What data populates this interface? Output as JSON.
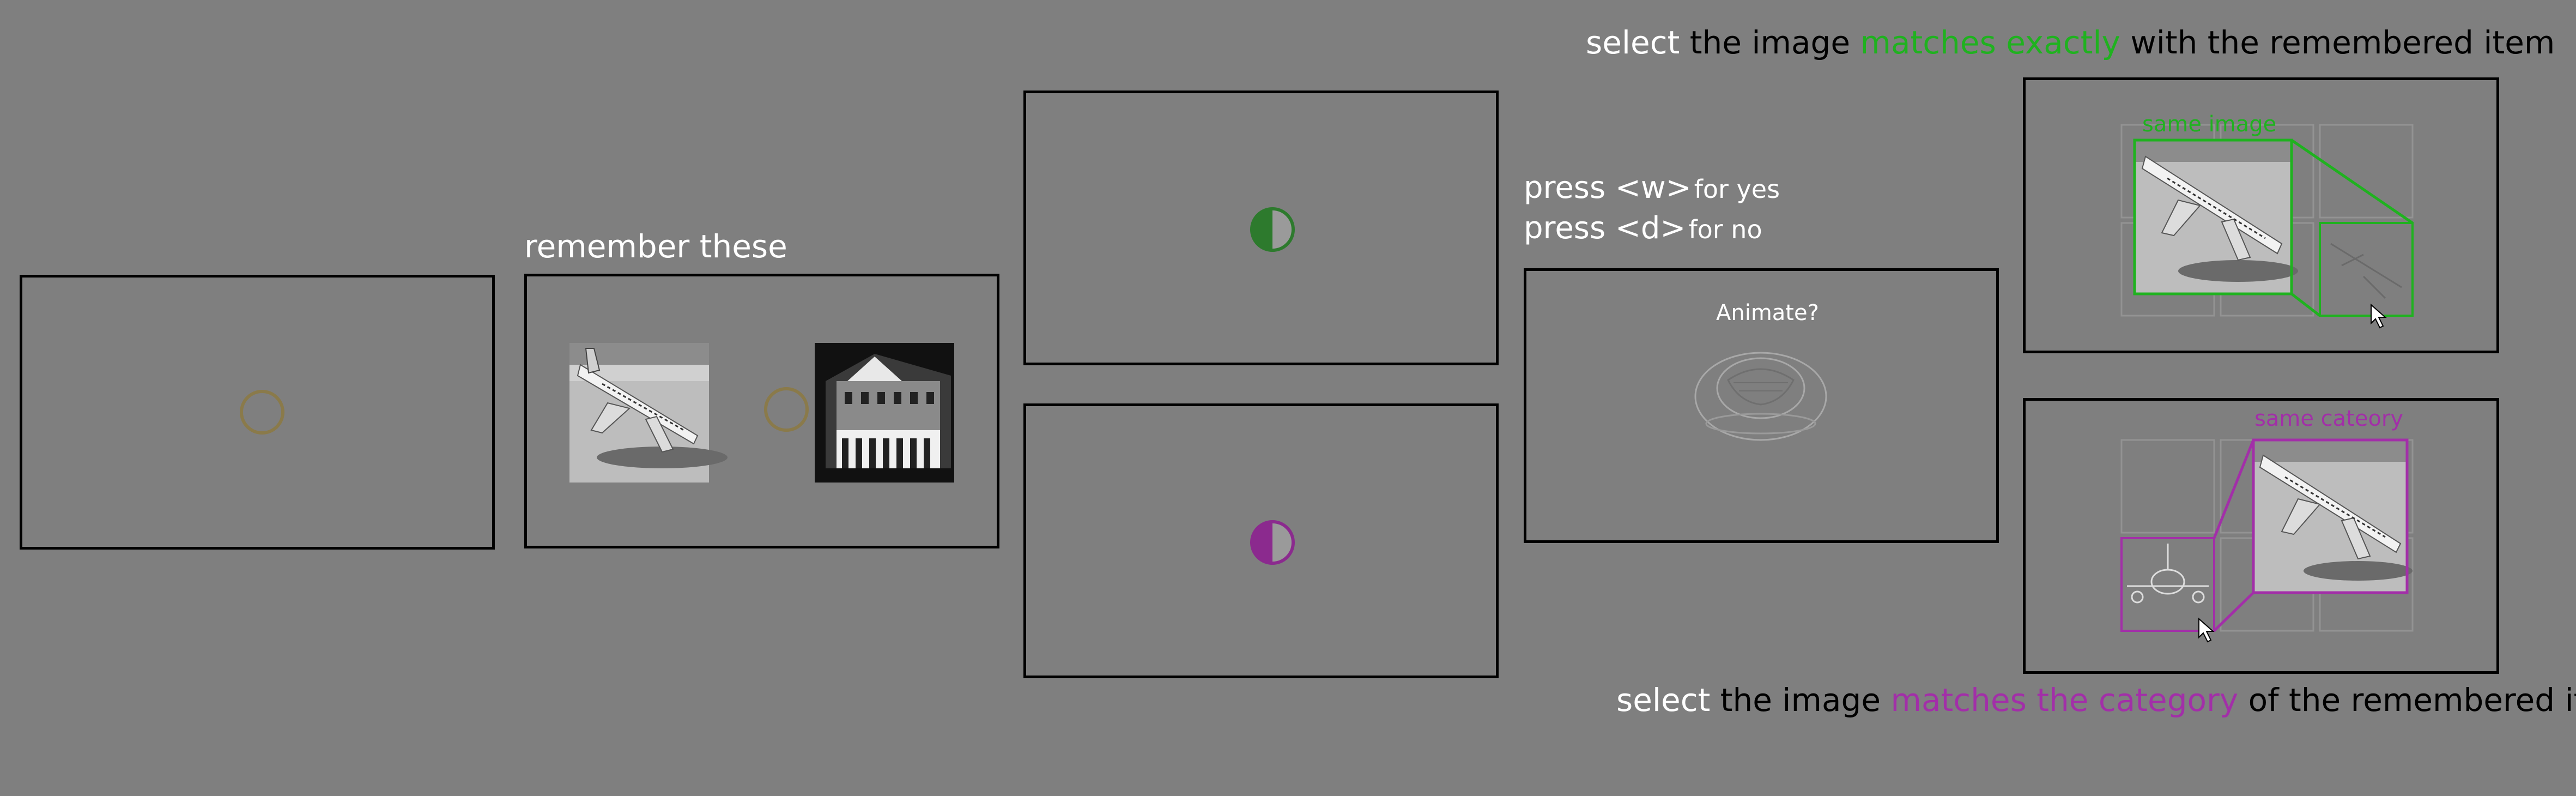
{
  "top_instruction": {
    "select": "select",
    "pre": "the image",
    "highlight": "matches exactly",
    "post": "with the remembered item"
  },
  "bottom_instruction": {
    "select": "select",
    "pre": "the image",
    "highlight": "matches the category",
    "post": "of the remembered item"
  },
  "encoding": {
    "label": "remember these"
  },
  "recognition": {
    "line1_press": "press <w>",
    "line1_rest": "for yes",
    "line2_press": "press <d>",
    "line2_rest": "for no",
    "question": "Animate?"
  },
  "annotations": {
    "same_image": "same image",
    "same_category": "same cateory"
  },
  "colors": {
    "background": "#7f7f7f",
    "exact_green": "#1fb21f",
    "category_magenta": "#a22fa8",
    "cue_green": "#2d7a2d",
    "cue_magenta": "#8b2a8e",
    "fixation_ring": "#8a7a4a"
  }
}
